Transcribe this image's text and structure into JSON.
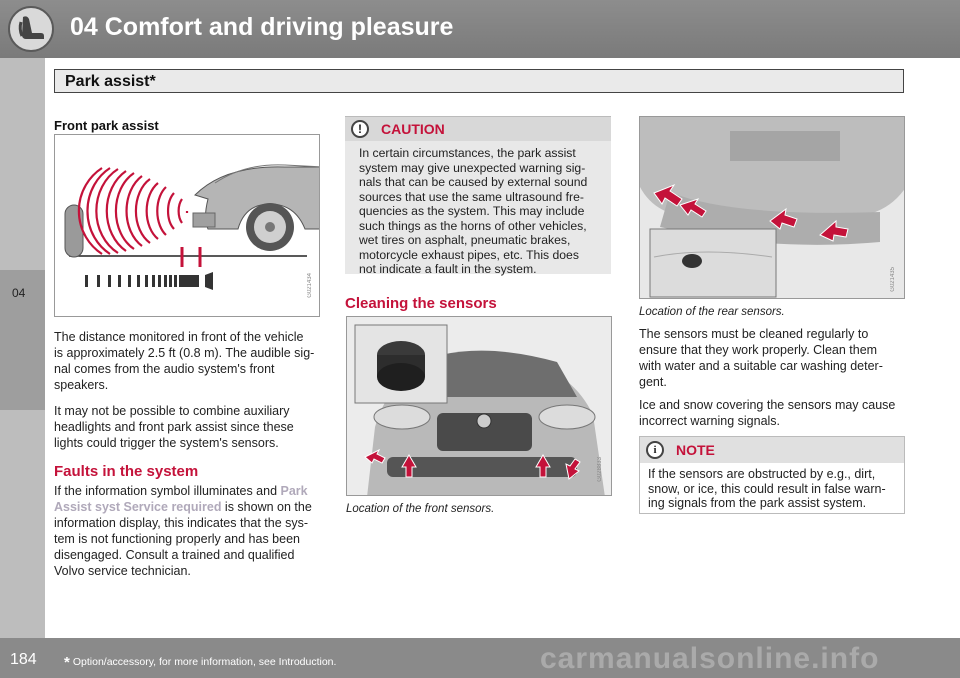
{
  "header": {
    "chapter_title": "04 Comfort and driving pleasure",
    "chapter_tab": "04"
  },
  "section": {
    "title": "Park assist*"
  },
  "front": {
    "heading": "Front park assist",
    "figure_code": "G021434",
    "para1": "The distance monitored in front of the vehicle is approximately 2.5 ft (0.8 m). The audible signal comes from the audio system's front speakers.",
    "para1_lines": [
      "The distance monitored in front of the vehicle",
      "is approximately 2.5 ft (0.8 m). The audible sig-",
      "nal comes from the audio system's front",
      "speakers."
    ],
    "para2_lines": [
      "It may not be possible to combine auxiliary",
      "headlights and front park assist since these",
      "lights could trigger the system's sensors."
    ]
  },
  "faults": {
    "heading": "Faults in the system",
    "line1_pre": "If the information symbol illuminates and ",
    "line1_hl": "Park",
    "line2_hl": "Assist syst Service required",
    "line2_post": " is shown on the",
    "rest_lines": [
      "information display, this indicates that the sys-",
      "tem is not functioning properly and has been",
      "disengaged. Consult a trained and qualified",
      "Volvo service technician."
    ]
  },
  "caution": {
    "title": "CAUTION",
    "icon": "!",
    "lines": [
      "In certain circumstances, the park assist",
      "system may give unexpected warning sig-",
      "nals that can be caused by external sound",
      "sources that use the same ultrasound fre-",
      "quencies as the system. This may include",
      "such things as the horns of other vehicles,",
      "wet tires on asphalt, pneumatic brakes,",
      "motorcycle exhaust pipes, etc. This does",
      "not indicate a fault in the system."
    ]
  },
  "cleaning": {
    "heading": "Cleaning the sensors",
    "figure_code": "G028833",
    "caption": "Location of the front sensors."
  },
  "rear": {
    "figure_code": "G021435",
    "caption": "Location of the rear sensors.",
    "para1_lines": [
      "The sensors must be cleaned regularly to",
      "ensure that they work properly. Clean them",
      "with water and a suitable car washing deter-",
      "gent."
    ],
    "para2_lines": [
      "Ice and snow covering the sensors may cause",
      "incorrect warning signals."
    ]
  },
  "note": {
    "title": "NOTE",
    "icon": "i",
    "lines": [
      "If the sensors are obstructed by e.g., dirt,",
      "snow, or ice, this could result in false warn-",
      "ing signals from the park assist system."
    ]
  },
  "footer": {
    "page_number": "184",
    "footnote_mark": "*",
    "footnote": "Option/accessory, for more information, see Introduction.",
    "watermark": "carmanualsonline.info"
  },
  "colors": {
    "accent_red": "#c4123a",
    "header_gray": "#8a8a8a",
    "highlight": "#b0a9ba"
  },
  "icons": [
    "seat-icon",
    "caution-icon",
    "info-icon",
    "arrow-icon"
  ]
}
